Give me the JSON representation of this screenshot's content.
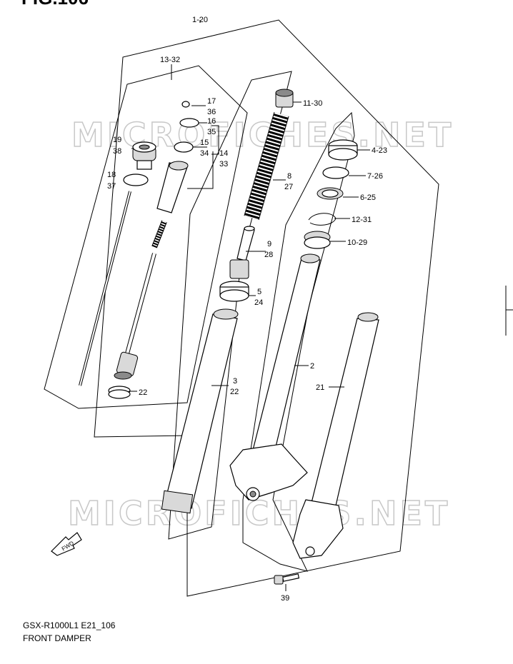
{
  "figure": {
    "title_partial": "FIG.106",
    "model_code": "GSX-R1000L1 E21_106",
    "caption": "FRONT DAMPER"
  },
  "watermark": "MICROFICHES.NET",
  "fwd_label": "FWD",
  "callouts": {
    "c1_20": "1-20",
    "c13_32": "13-32",
    "c17": "17",
    "c36": "36",
    "c16": "16",
    "c35": "35",
    "c15": "15",
    "c34": "34",
    "c14": "14",
    "c33": "33",
    "c19": "19",
    "c38": "38",
    "c18": "18",
    "c37": "37",
    "c22a": "22",
    "c11_30": "11-30",
    "c8": "8",
    "c27": "27",
    "c9": "9",
    "c28": "28",
    "c5": "5",
    "c24": "24",
    "c3": "3",
    "c22b": "22",
    "c4_23": "4-23",
    "c7_26": "7-26",
    "c6_25": "6-25",
    "c12_31": "12-31",
    "c10_29": "10-29",
    "c2": "2",
    "c21": "21",
    "c39": "39"
  }
}
